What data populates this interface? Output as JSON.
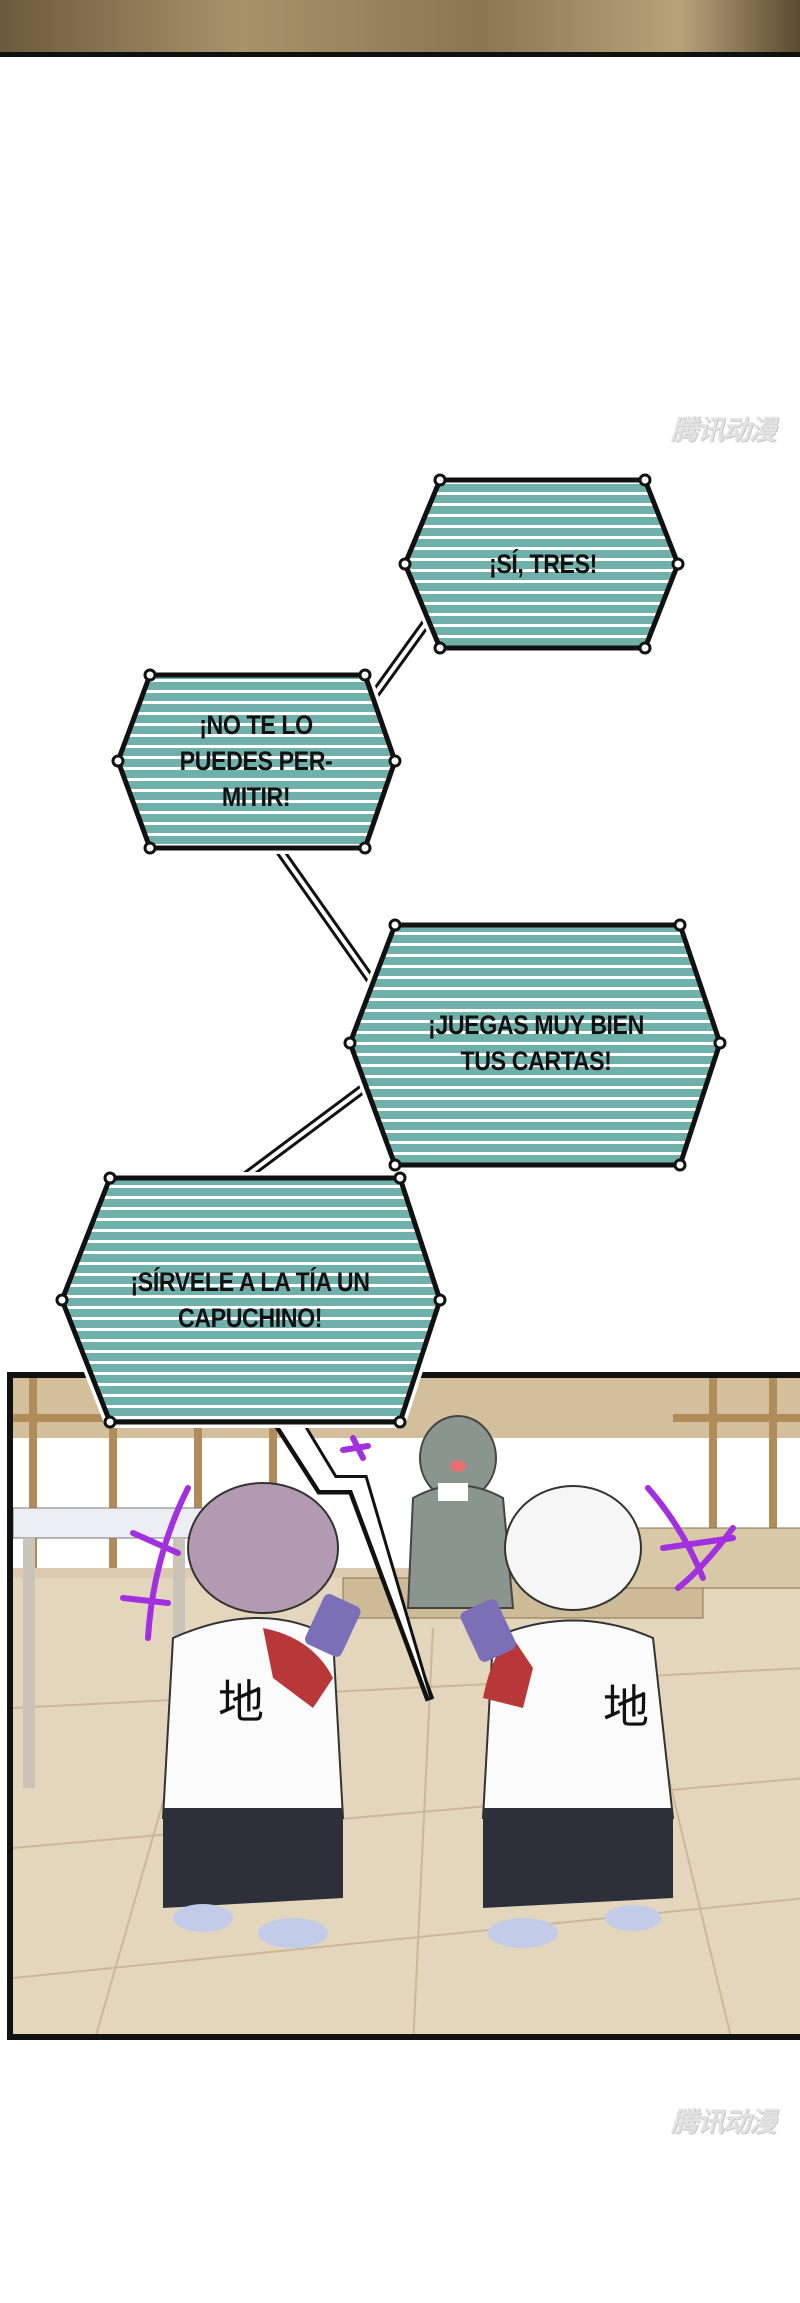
{
  "watermarks": [
    "腾讯动漫",
    "腾讯动漫"
  ],
  "bubbles": [
    {
      "lines": [
        "¡SÍ, TRES!"
      ]
    },
    {
      "lines": [
        "¡NO TE LO",
        "PUEDES PER-",
        "MITIR!"
      ]
    },
    {
      "lines": [
        "¡JUEGAS MUY BIEN",
        "TUS CARTAS!"
      ]
    },
    {
      "lines": [
        "¡SÍRVELE A LA TÍA UN",
        "CAPUCHINO!"
      ]
    }
  ],
  "colors": {
    "bubble_stripe": "#6fb0aa",
    "outline": "#111111",
    "effect_purple": "#a030e0"
  }
}
